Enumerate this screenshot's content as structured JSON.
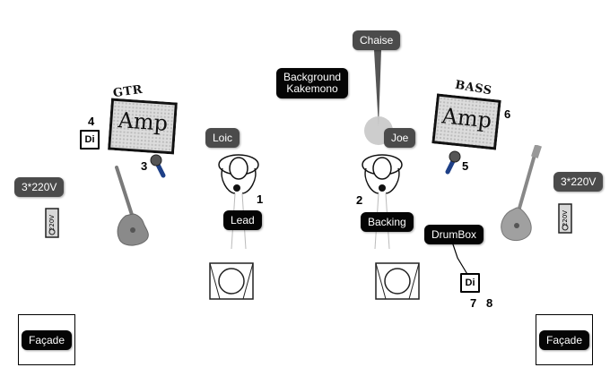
{
  "stage": {
    "background": "#ffffff",
    "labels": {
      "chaise": "Chaise",
      "background": "Background Kakemono",
      "loic": "Loic",
      "joe": "Joe",
      "lead": "Lead",
      "backing": "Backing",
      "drumbox": "DrumBox",
      "power_left": "3*220V",
      "power_right": "3*220V",
      "facade_left": "Façade",
      "facade_right": "Façade"
    },
    "gear": {
      "gtr": "GTR",
      "bass": "BASS",
      "amp_left": "Amp",
      "amp_right": "Amp",
      "di_left": "Di",
      "di_right": "Di"
    },
    "numbers": {
      "n1": "1",
      "n2": "2",
      "n3": "3",
      "n4": "4",
      "n5": "5",
      "n6": "6",
      "n7": "7",
      "n8": "8"
    },
    "icons": [
      "microphone-icon",
      "electric-guitar-icon",
      "bass-guitar-icon",
      "power-outlet-icon",
      "stage-monitor-icon",
      "musician-icon"
    ],
    "colors": {
      "bubble_dark": "#050505",
      "bubble_grey": "#4b4b4b",
      "mic_blue": "#2d5fb8"
    }
  }
}
